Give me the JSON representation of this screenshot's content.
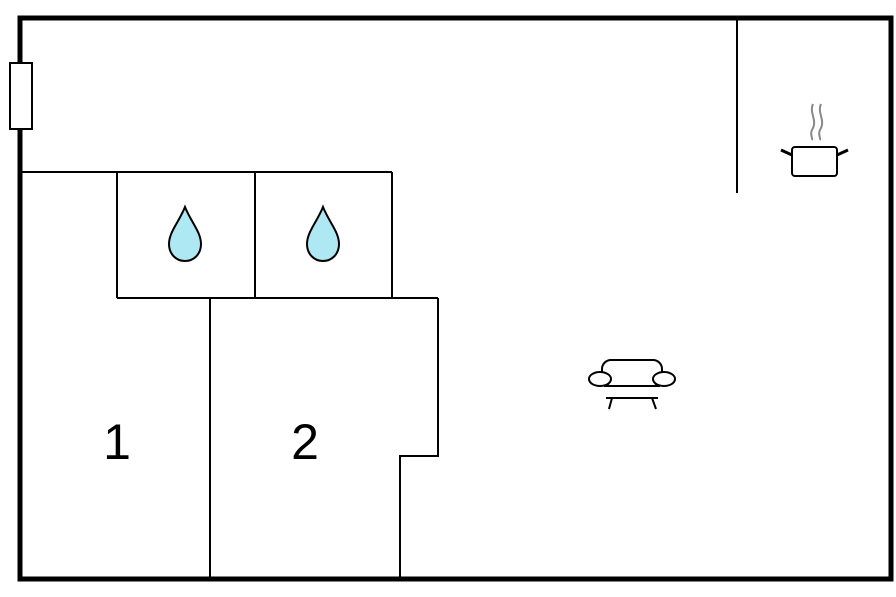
{
  "floorplan": {
    "rooms": [
      {
        "id": "bedroom-1",
        "label": "1"
      },
      {
        "id": "bedroom-2",
        "label": "2"
      }
    ],
    "icons": {
      "bathroom_1": "water-drop-icon",
      "bathroom_2": "water-drop-icon",
      "kitchen": "cooking-pot-icon",
      "living_room": "sofa-icon",
      "entrance": "door-icon"
    },
    "colors": {
      "wall": "#000000",
      "water_drop": "#aee8f2",
      "steam": "#888888"
    }
  }
}
